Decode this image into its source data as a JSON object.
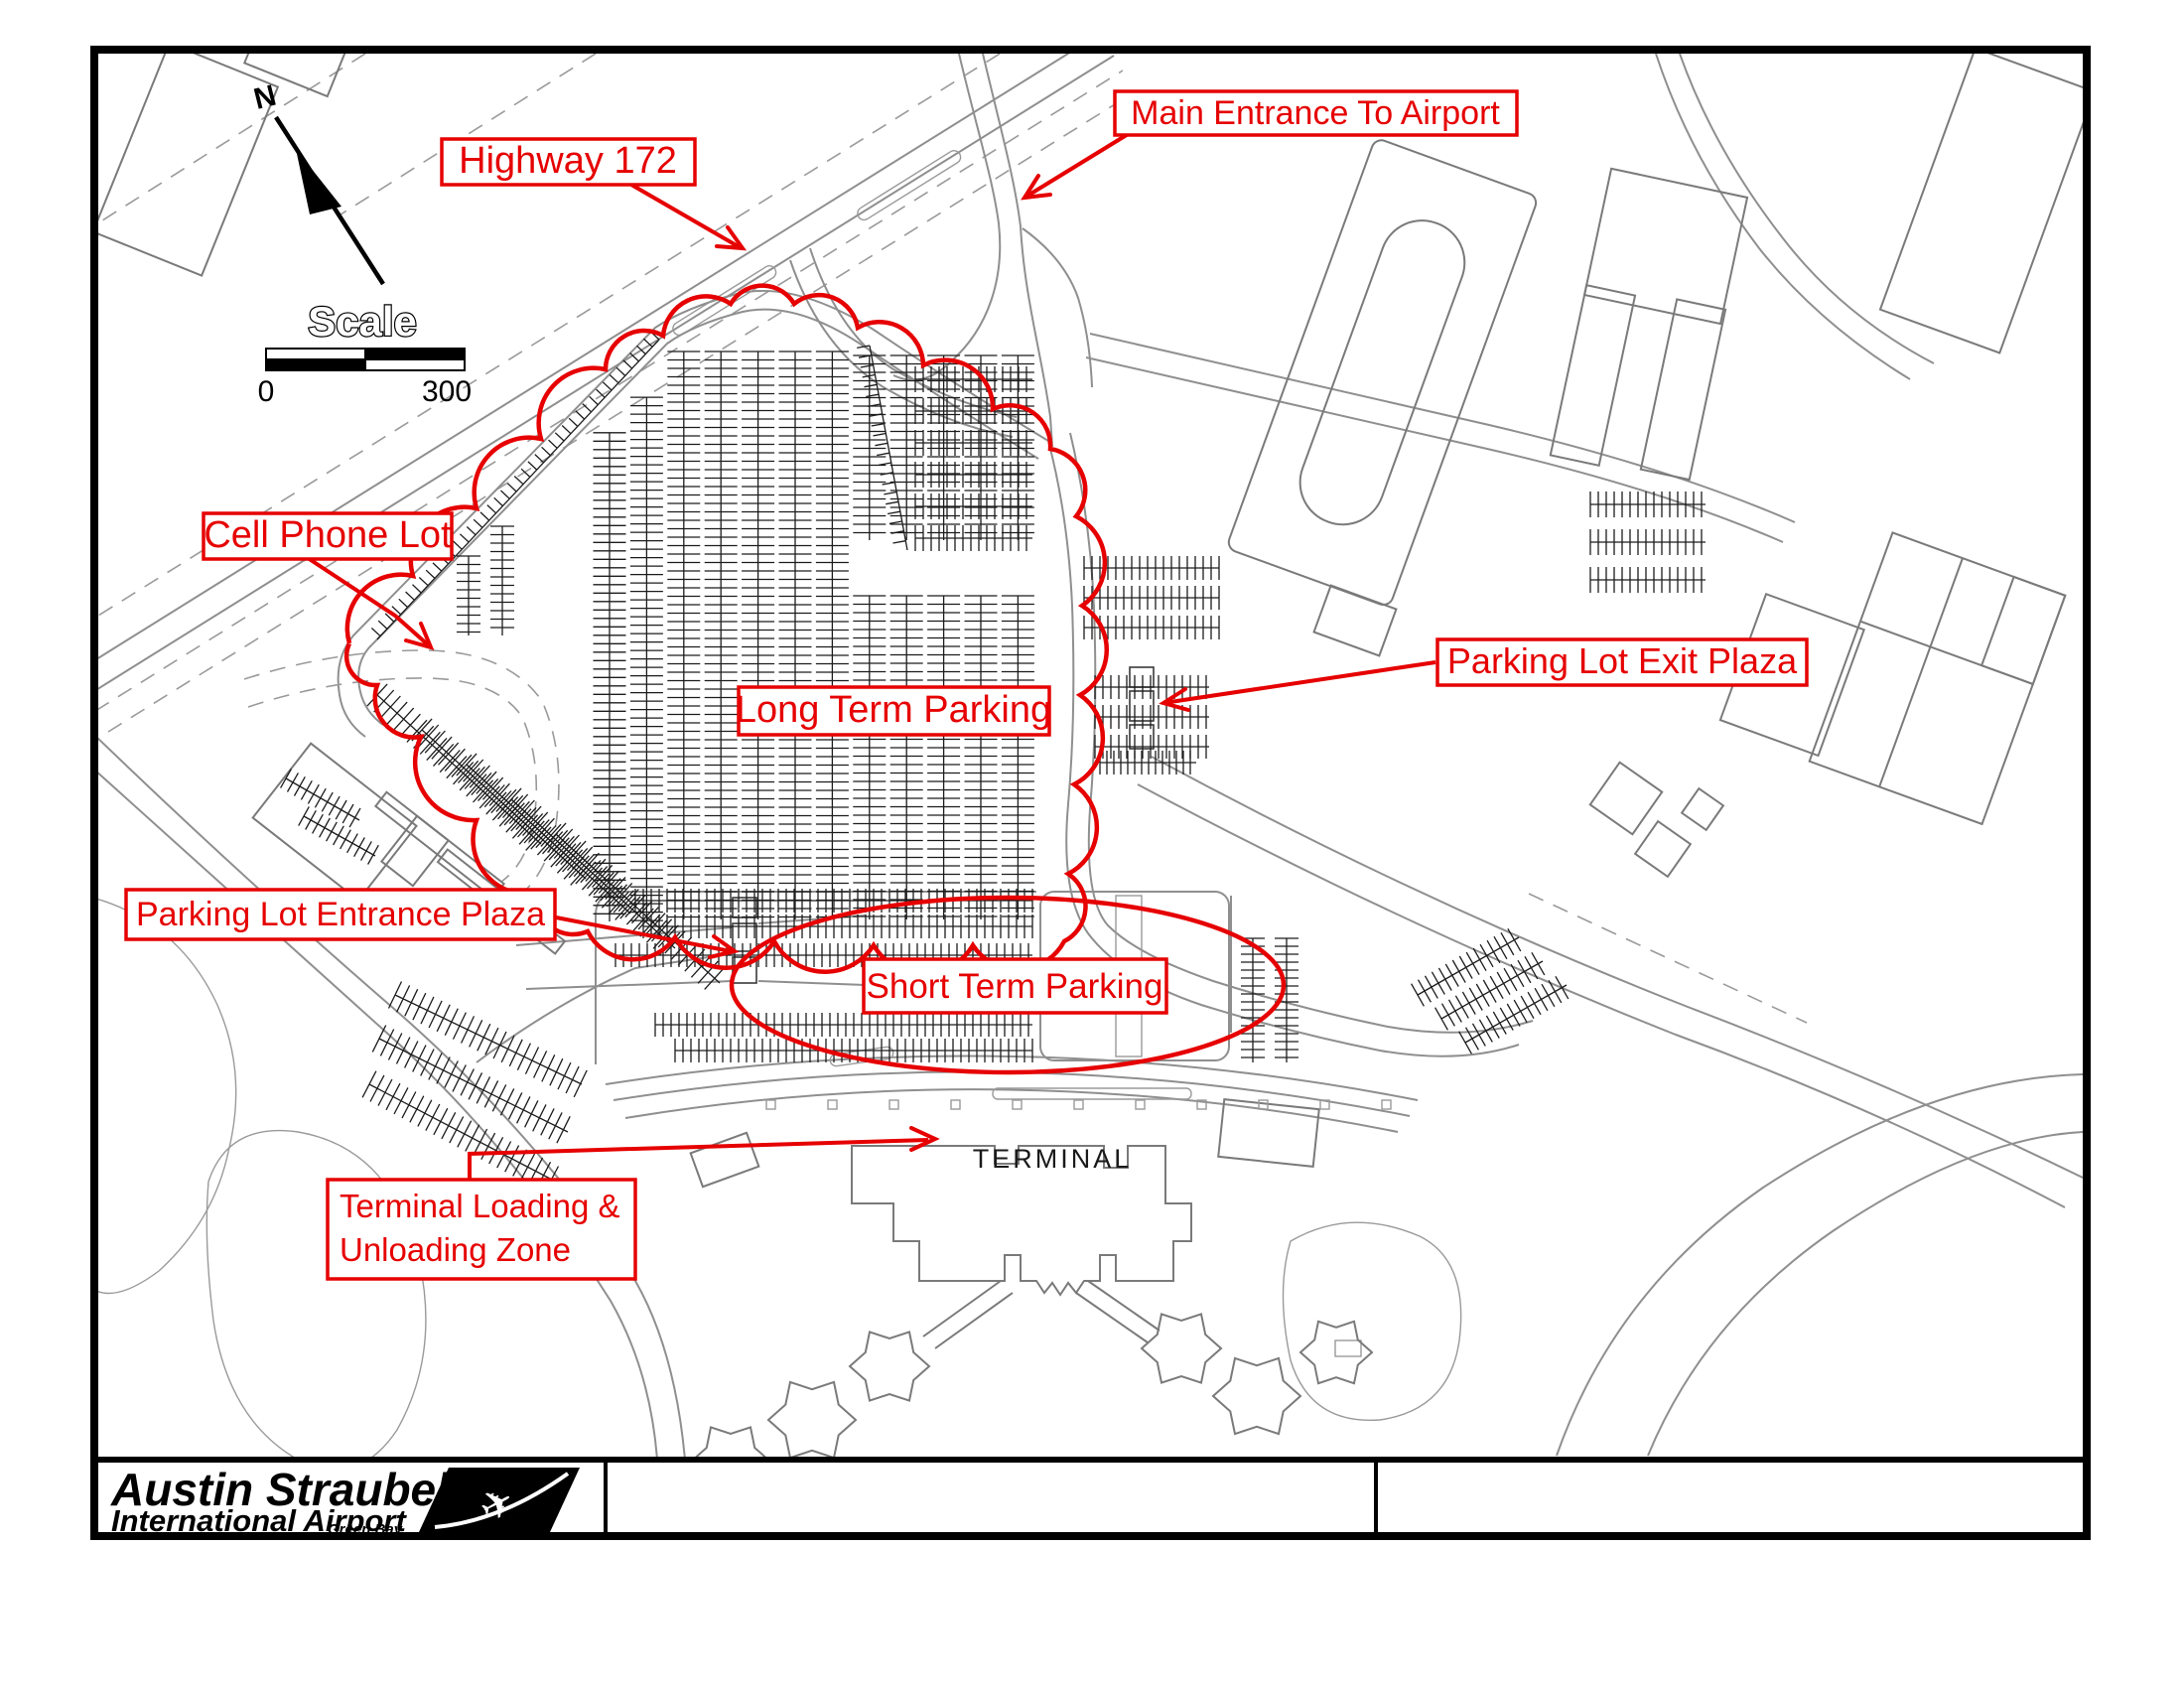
{
  "labels": {
    "highway": "Highway 172",
    "main_entrance": "Main Entrance To Airport",
    "cell_phone": "Cell Phone Lot",
    "exit_plaza": "Parking Lot Exit Plaza",
    "long_term": "Long Term Parking",
    "entrance_plaza": "Parking Lot Entrance Plaza",
    "short_term": "Short Term Parking",
    "loading_line1": "Terminal Loading &",
    "loading_line2": "Unloading Zone"
  },
  "map_text": {
    "terminal": "TERMINAL",
    "north_letter": "N",
    "scale_title": "Scale",
    "scale_min": "0",
    "scale_max": "300"
  },
  "logo": {
    "line1": "Austin Straubel",
    "line2": "International Airport",
    "line3": "Green Bay",
    "airplane_icon": "airplane-icon"
  },
  "colors": {
    "annotation_red": "#e60000",
    "linework_gray": "#8f8f8f",
    "building_gray": "#7a7a7a",
    "parking_dark": "#1c1c1c",
    "frame_black": "#000000"
  }
}
